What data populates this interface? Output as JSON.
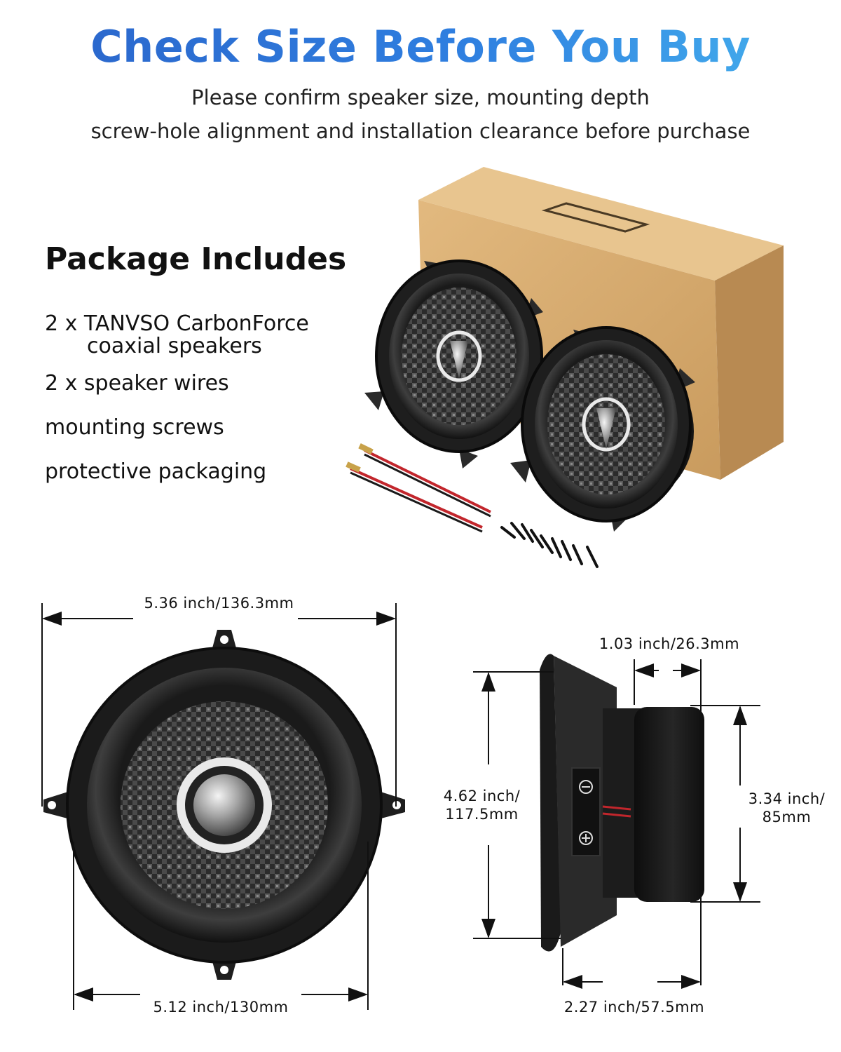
{
  "header": {
    "title": "Check Size Before You Buy",
    "subtitle_line1": "Please confirm speaker size, mounting depth",
    "subtitle_line2": "screw-hole alignment and installation clearance before purchase"
  },
  "package": {
    "title": "Package Includes",
    "items": [
      {
        "line1": "2 x TANVSO CarbonForce",
        "line2": "coaxial speakers"
      },
      {
        "line1": "2 x speaker wires"
      },
      {
        "line1": "mounting screws"
      },
      {
        "line1": "protective packaging"
      }
    ]
  },
  "dimensions": {
    "overall_width": "5.36 inch/136.3mm",
    "cutout_width": "5.12 inch/130mm",
    "top_depth": "1.03 inch/26.3mm",
    "outer_height_line1": "4.62 inch/",
    "outer_height_line2": "117.5mm",
    "magnet_height_line1": "3.34 inch/",
    "magnet_height_line2": "85mm",
    "mount_depth": "2.27 inch/57.5mm"
  },
  "colors": {
    "title_gradient_start": "#2a63c9",
    "title_gradient_end": "#46b3ee",
    "box": "#d8ad74",
    "speaker_dark": "#1c1c1c"
  },
  "icons": {
    "terminal_negative": "minus-sign",
    "terminal_positive": "plus-sign"
  }
}
